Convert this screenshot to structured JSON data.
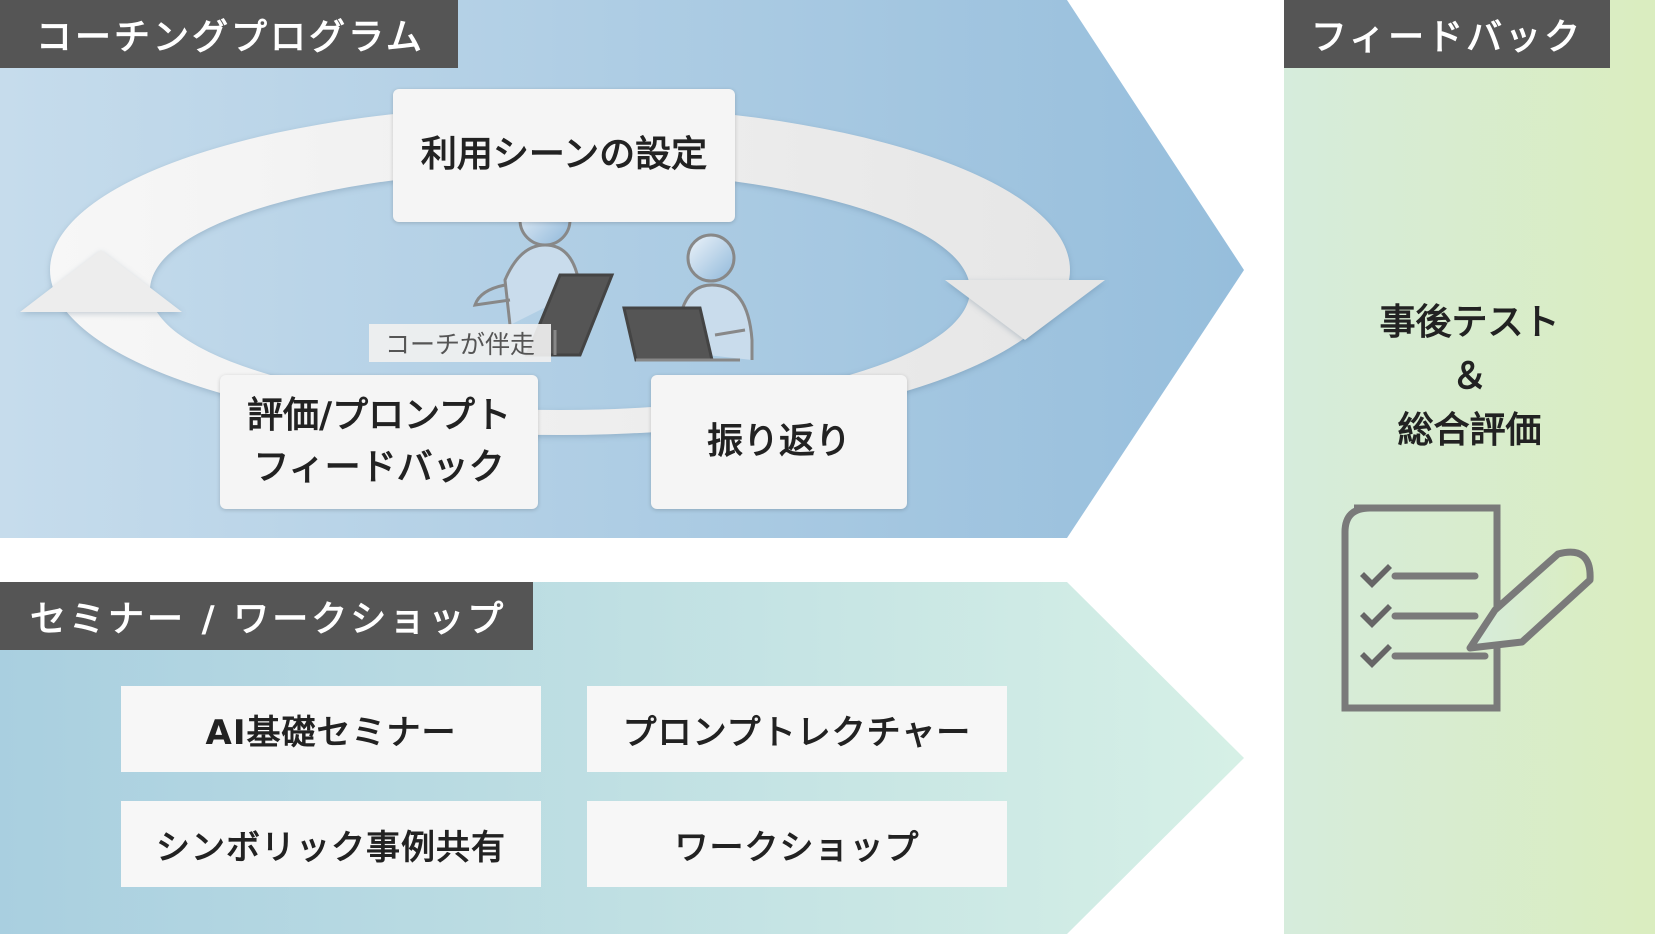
{
  "coaching": {
    "header": "コーチングプログラム",
    "step_setup": "利用シーンの設定",
    "step_eval": "評価/プロンプト\nフィードバック",
    "step_reflect": "振り返り",
    "coach_caption": "コーチが伴走"
  },
  "seminar": {
    "header": "セミナー / ワークショップ",
    "items": [
      "AI基礎セミナー",
      "プロンプトレクチャー",
      "シンボリック事例共有",
      "ワークショップ"
    ]
  },
  "feedback": {
    "header": "フィードバック",
    "body": "事後テスト\n＆\n総合評価"
  },
  "colors": {
    "header_bg": "#555555",
    "coaching_gradient": [
      "#c6dcec",
      "#99c0de"
    ],
    "seminar_gradient": [
      "#a9cfe0",
      "#d3eee6"
    ],
    "feedback_gradient": [
      "#d5ecdc",
      "#d9ecbf"
    ],
    "icon_gray": "#7a7a7a"
  },
  "icons": [
    "cycle-arrow-icon",
    "person-laptop-icon",
    "checklist-pen-icon"
  ]
}
